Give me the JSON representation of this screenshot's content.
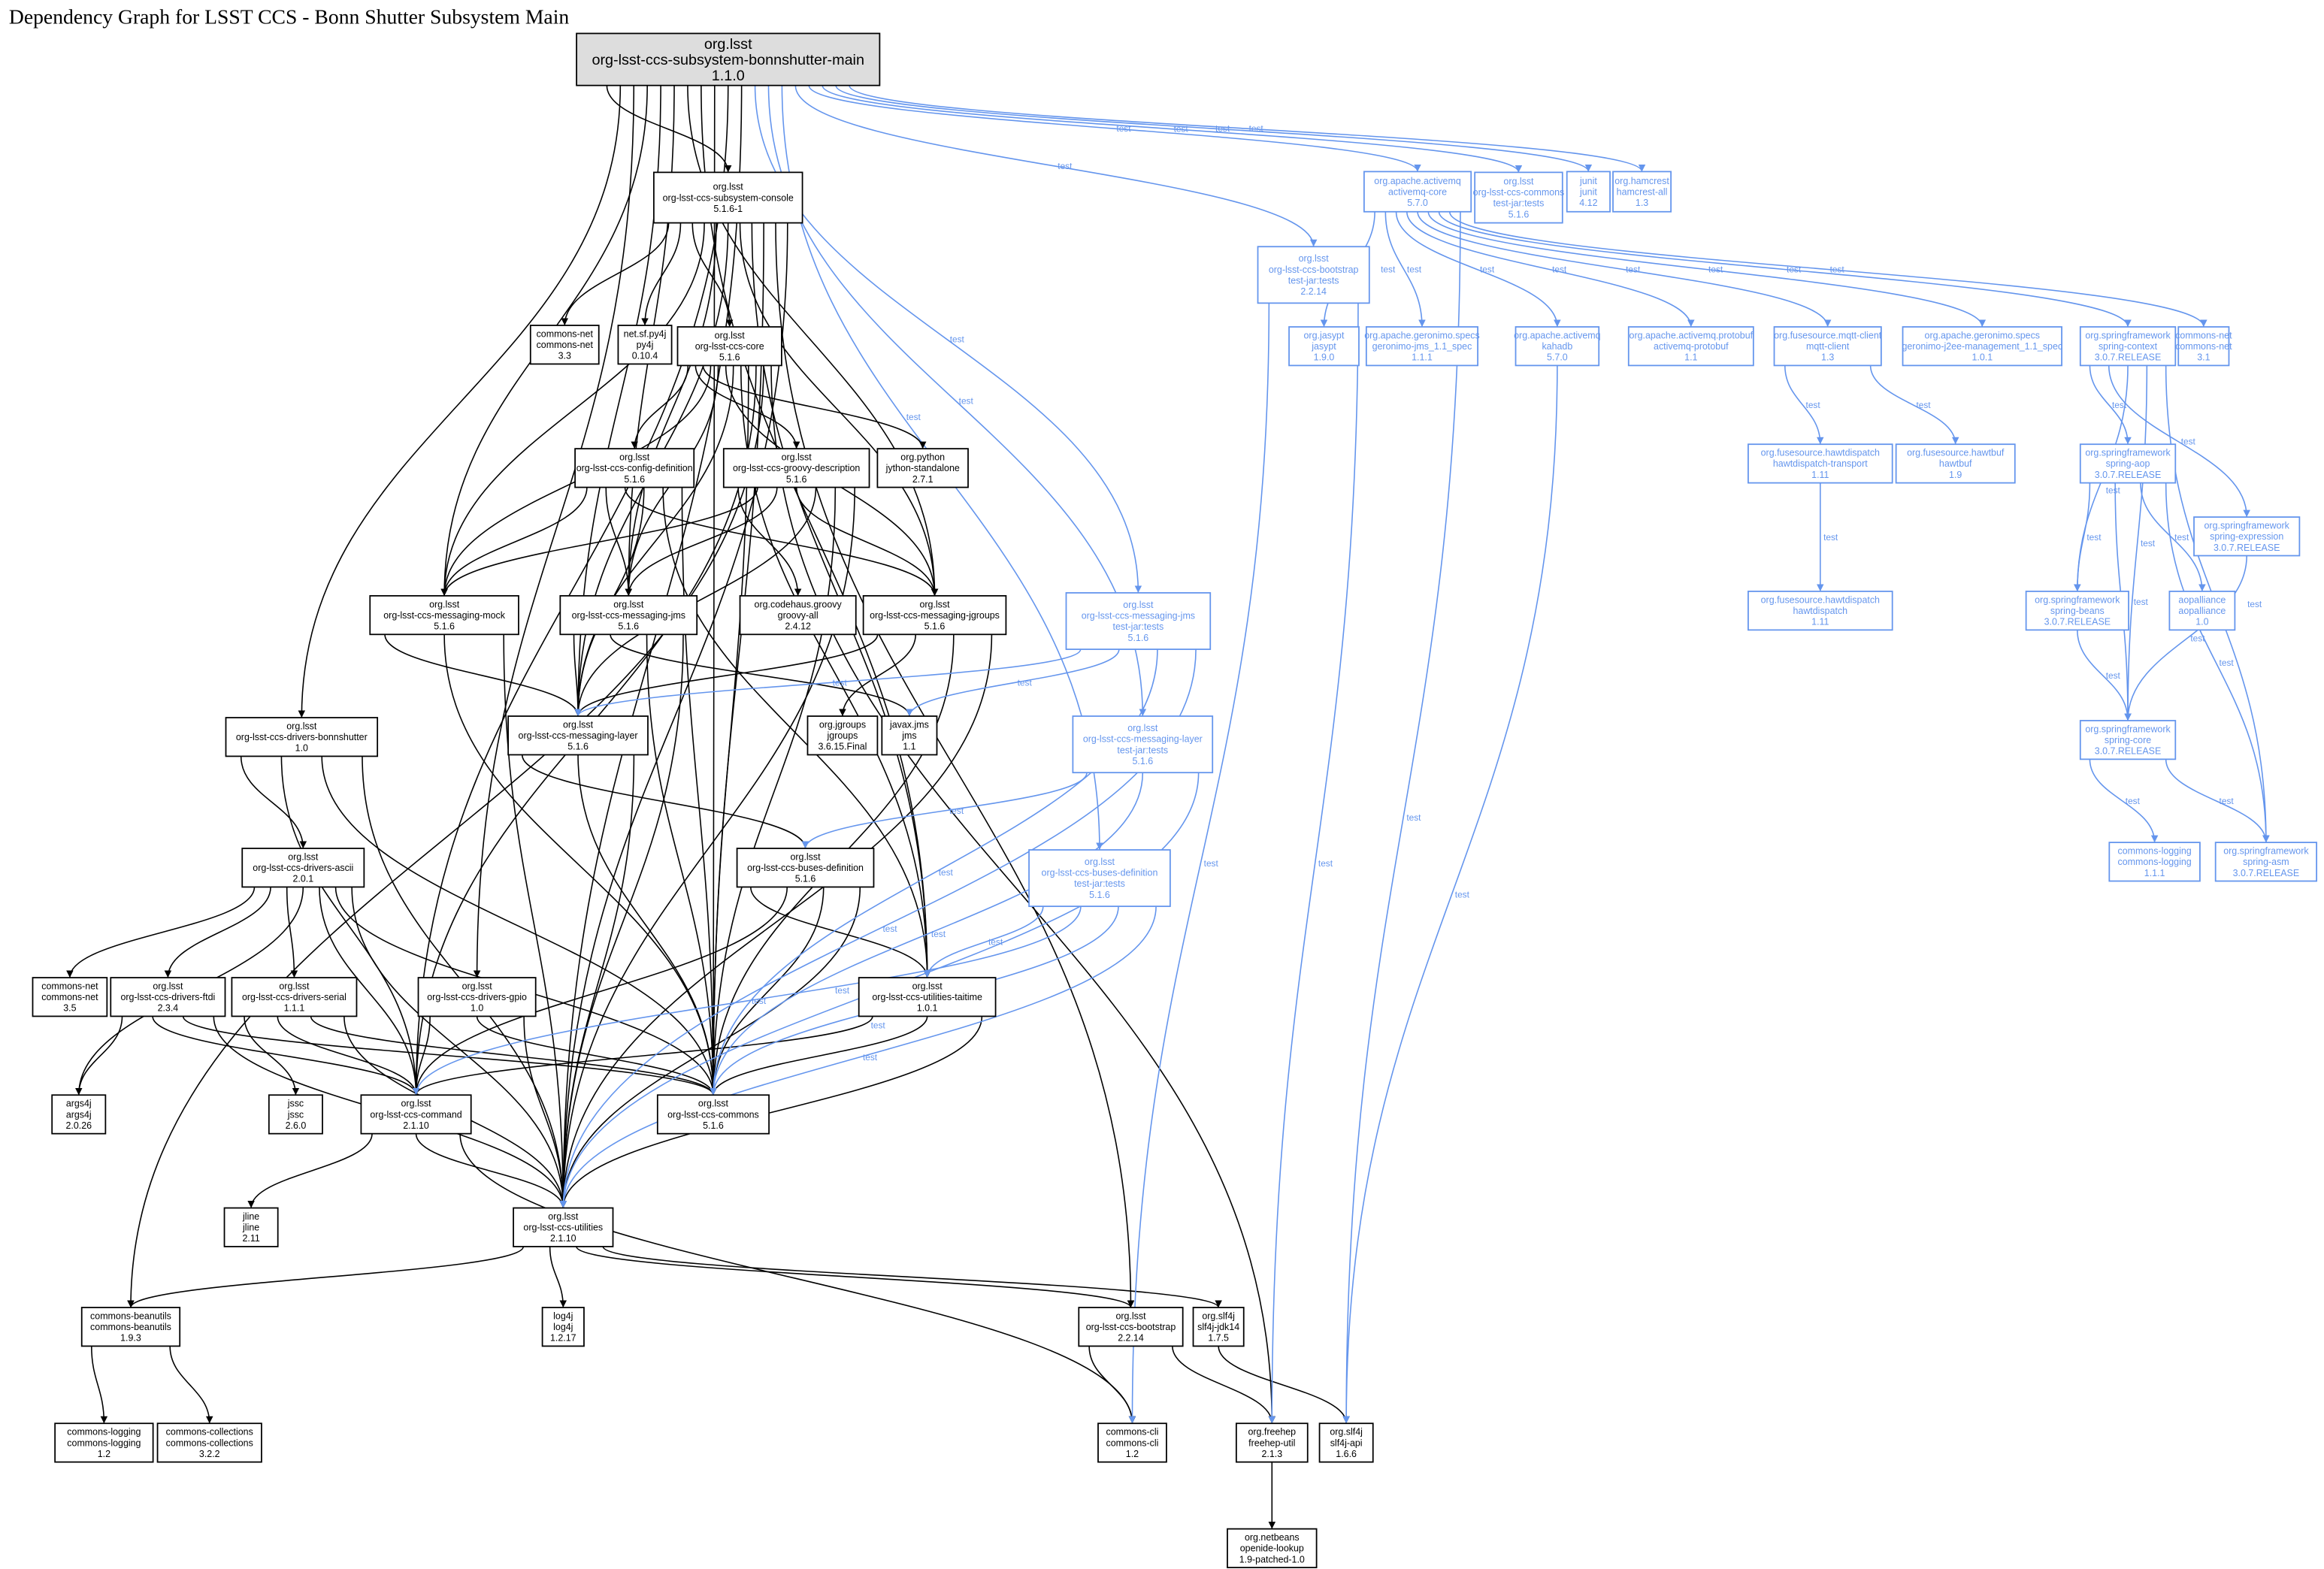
{
  "title": "Dependency Graph for LSST CCS - Bonn Shutter Subsystem Main",
  "edge_label": "test",
  "colors": {
    "compile": "#000000",
    "test": "#6495ED",
    "root_fill": "#dddddd"
  },
  "nodes": [
    {
      "id": "root",
      "lines": [
        "org.lsst",
        "org-lsst-ccs-subsystem-bonnshutter-main",
        "1.1.0"
      ]
    },
    {
      "id": "console",
      "lines": [
        "org.lsst",
        "org-lsst-ccs-subsystem-console",
        "5.1.6-1"
      ]
    },
    {
      "id": "cn33",
      "lines": [
        "commons-net",
        "commons-net",
        "3.3"
      ]
    },
    {
      "id": "py4j",
      "lines": [
        "net.sf.py4j",
        "py4j",
        "0.10.4"
      ]
    },
    {
      "id": "core",
      "lines": [
        "org.lsst",
        "org-lsst-ccs-core",
        "5.1.6"
      ]
    },
    {
      "id": "cfgdef",
      "lines": [
        "org.lsst",
        "org-lsst-ccs-config-definition",
        "5.1.6"
      ]
    },
    {
      "id": "groovy",
      "lines": [
        "org.lsst",
        "org-lsst-ccs-groovy-description",
        "5.1.6"
      ]
    },
    {
      "id": "jython",
      "lines": [
        "org.python",
        "jython-standalone",
        "2.7.1"
      ]
    },
    {
      "id": "mock",
      "lines": [
        "org.lsst",
        "org-lsst-ccs-messaging-mock",
        "5.1.6"
      ]
    },
    {
      "id": "jms",
      "lines": [
        "org.lsst",
        "org-lsst-ccs-messaging-jms",
        "5.1.6"
      ]
    },
    {
      "id": "groovyall",
      "lines": [
        "org.codehaus.groovy",
        "groovy-all",
        "2.4.12"
      ]
    },
    {
      "id": "jgroups",
      "lines": [
        "org.lsst",
        "org-lsst-ccs-messaging-jgroups",
        "5.1.6"
      ]
    },
    {
      "id": "jmstest",
      "test": true,
      "lines": [
        "org.lsst",
        "org-lsst-ccs-messaging-jms",
        "test-jar:tests",
        "5.1.6"
      ]
    },
    {
      "id": "layer",
      "lines": [
        "org.lsst",
        "org-lsst-ccs-messaging-layer",
        "5.1.6"
      ]
    },
    {
      "id": "jgrouplib",
      "lines": [
        "org.jgroups",
        "jgroups",
        "3.6.15.Final"
      ]
    },
    {
      "id": "javaxjms",
      "lines": [
        "javax.jms",
        "jms",
        "1.1"
      ]
    },
    {
      "id": "layertest",
      "test": true,
      "lines": [
        "org.lsst",
        "org-lsst-ccs-messaging-layer",
        "test-jar:tests",
        "5.1.6"
      ]
    },
    {
      "id": "bonndrv",
      "lines": [
        "org.lsst",
        "org-lsst-ccs-drivers-bonnshutter",
        "1.0"
      ]
    },
    {
      "id": "ascii",
      "lines": [
        "org.lsst",
        "org-lsst-ccs-drivers-ascii",
        "2.0.1"
      ]
    },
    {
      "id": "buses",
      "lines": [
        "org.lsst",
        "org-lsst-ccs-buses-definition",
        "5.1.6"
      ]
    },
    {
      "id": "busestest",
      "test": true,
      "lines": [
        "org.lsst",
        "org-lsst-ccs-buses-definition",
        "test-jar:tests",
        "5.1.6"
      ]
    },
    {
      "id": "cn35",
      "lines": [
        "commons-net",
        "commons-net",
        "3.5"
      ]
    },
    {
      "id": "ftdi",
      "lines": [
        "org.lsst",
        "org-lsst-ccs-drivers-ftdi",
        "2.3.4"
      ]
    },
    {
      "id": "serial",
      "lines": [
        "org.lsst",
        "org-lsst-ccs-drivers-serial",
        "1.1.1"
      ]
    },
    {
      "id": "gpio",
      "lines": [
        "org.lsst",
        "org-lsst-ccs-drivers-gpio",
        "1.0"
      ]
    },
    {
      "id": "taitime",
      "lines": [
        "org.lsst",
        "org-lsst-ccs-utilities-taitime",
        "1.0.1"
      ]
    },
    {
      "id": "args4j",
      "lines": [
        "args4j",
        "args4j",
        "2.0.26"
      ]
    },
    {
      "id": "jssc",
      "lines": [
        "jssc",
        "jssc",
        "2.6.0"
      ]
    },
    {
      "id": "command",
      "lines": [
        "org.lsst",
        "org-lsst-ccs-command",
        "2.1.10"
      ]
    },
    {
      "id": "commons",
      "lines": [
        "org.lsst",
        "org-lsst-ccs-commons",
        "5.1.6"
      ]
    },
    {
      "id": "jline",
      "lines": [
        "jline",
        "jline",
        "2.11"
      ]
    },
    {
      "id": "util",
      "lines": [
        "org.lsst",
        "org-lsst-ccs-utilities",
        "2.1.10"
      ]
    },
    {
      "id": "beanutils",
      "lines": [
        "commons-beanutils",
        "commons-beanutils",
        "1.9.3"
      ]
    },
    {
      "id": "log4j",
      "lines": [
        "log4j",
        "log4j",
        "1.2.17"
      ]
    },
    {
      "id": "bootstrap",
      "lines": [
        "org.lsst",
        "org-lsst-ccs-bootstrap",
        "2.2.14"
      ]
    },
    {
      "id": "slfjdk",
      "lines": [
        "org.slf4j",
        "slf4j-jdk14",
        "1.7.5"
      ]
    },
    {
      "id": "clog12",
      "lines": [
        "commons-logging",
        "commons-logging",
        "1.2"
      ]
    },
    {
      "id": "ccoll",
      "lines": [
        "commons-collections",
        "commons-collections",
        "3.2.2"
      ]
    },
    {
      "id": "cli",
      "lines": [
        "commons-cli",
        "commons-cli",
        "1.2"
      ]
    },
    {
      "id": "freehep",
      "lines": [
        "org.freehep",
        "freehep-util",
        "2.1.3"
      ]
    },
    {
      "id": "slfapi",
      "lines": [
        "org.slf4j",
        "slf4j-api",
        "1.6.6"
      ]
    },
    {
      "id": "openide",
      "lines": [
        "org.netbeans",
        "openide-lookup",
        "1.9-patched-1.0"
      ]
    },
    {
      "id": "boottest",
      "test": true,
      "lines": [
        "org.lsst",
        "org-lsst-ccs-bootstrap",
        "test-jar:tests",
        "2.2.14"
      ]
    },
    {
      "id": "amqcore",
      "test": true,
      "lines": [
        "org.apache.activemq",
        "activemq-core",
        "5.7.0"
      ]
    },
    {
      "id": "commontest",
      "test": true,
      "lines": [
        "org.lsst",
        "org-lsst-ccs-commons",
        "test-jar:tests",
        "5.1.6"
      ]
    },
    {
      "id": "junit",
      "test": true,
      "lines": [
        "junit",
        "junit",
        "4.12"
      ]
    },
    {
      "id": "hamcrest",
      "test": true,
      "lines": [
        "org.hamcrest",
        "hamcrest-all",
        "1.3"
      ]
    },
    {
      "id": "jasypt",
      "test": true,
      "lines": [
        "org.jasypt",
        "jasypt",
        "1.9.0"
      ]
    },
    {
      "id": "gerjms",
      "test": true,
      "lines": [
        "org.apache.geronimo.specs",
        "geronimo-jms_1.1_spec",
        "1.1.1"
      ]
    },
    {
      "id": "kahadb",
      "test": true,
      "lines": [
        "org.apache.activemq",
        "kahadb",
        "5.7.0"
      ]
    },
    {
      "id": "protobuf",
      "test": true,
      "lines": [
        "org.apache.activemq.protobuf",
        "activemq-protobuf",
        "1.1"
      ]
    },
    {
      "id": "mqtt",
      "test": true,
      "lines": [
        "org.fusesource.mqtt-client",
        "mqtt-client",
        "1.3"
      ]
    },
    {
      "id": "j2ee",
      "test": true,
      "lines": [
        "org.apache.geronimo.specs",
        "geronimo-j2ee-management_1.1_spec",
        "1.0.1"
      ]
    },
    {
      "id": "sctx",
      "test": true,
      "lines": [
        "org.springframework",
        "spring-context",
        "3.0.7.RELEASE"
      ]
    },
    {
      "id": "cn31",
      "test": true,
      "lines": [
        "commons-net",
        "commons-net",
        "3.1"
      ]
    },
    {
      "id": "hdtrans",
      "test": true,
      "lines": [
        "org.fusesource.hawtdispatch",
        "hawtdispatch-transport",
        "1.11"
      ]
    },
    {
      "id": "hawtbuf",
      "test": true,
      "lines": [
        "org.fusesource.hawtbuf",
        "hawtbuf",
        "1.9"
      ]
    },
    {
      "id": "saop",
      "test": true,
      "lines": [
        "org.springframework",
        "spring-aop",
        "3.0.7.RELEASE"
      ]
    },
    {
      "id": "sexpr",
      "test": true,
      "lines": [
        "org.springframework",
        "spring-expression",
        "3.0.7.RELEASE"
      ]
    },
    {
      "id": "hd",
      "test": true,
      "lines": [
        "org.fusesource.hawtdispatch",
        "hawtdispatch",
        "1.11"
      ]
    },
    {
      "id": "sbeans",
      "test": true,
      "lines": [
        "org.springframework",
        "spring-beans",
        "3.0.7.RELEASE"
      ]
    },
    {
      "id": "aopall",
      "test": true,
      "lines": [
        "aopalliance",
        "aopalliance",
        "1.0"
      ]
    },
    {
      "id": "score",
      "test": true,
      "lines": [
        "org.springframework",
        "spring-core",
        "3.0.7.RELEASE"
      ]
    },
    {
      "id": "clog111",
      "test": true,
      "lines": [
        "commons-logging",
        "commons-logging",
        "1.1.1"
      ]
    },
    {
      "id": "sasm",
      "test": true,
      "lines": [
        "org.springframework",
        "spring-asm",
        "3.0.7.RELEASE"
      ]
    }
  ],
  "edges": [
    [
      "root",
      "console",
      "compile"
    ],
    [
      "root",
      "bonndrv",
      "compile"
    ],
    [
      "root",
      "gpio",
      "compile"
    ],
    [
      "root",
      "mock",
      "compile"
    ],
    [
      "root",
      "layer",
      "compile"
    ],
    [
      "root",
      "jms",
      "compile"
    ],
    [
      "root",
      "jgroups",
      "compile"
    ],
    [
      "root",
      "taitime",
      "compile"
    ],
    [
      "root",
      "commons",
      "compile"
    ],
    [
      "root",
      "command",
      "compile"
    ],
    [
      "root",
      "util",
      "compile"
    ],
    [
      "root",
      "jmstest",
      "test"
    ],
    [
      "root",
      "layertest",
      "test"
    ],
    [
      "root",
      "busestest",
      "test"
    ],
    [
      "root",
      "boottest",
      "test"
    ],
    [
      "root",
      "amqcore",
      "test"
    ],
    [
      "root",
      "commontest",
      "test"
    ],
    [
      "root",
      "junit",
      "test"
    ],
    [
      "root",
      "hamcrest",
      "test"
    ],
    [
      "console",
      "cn33",
      "compile"
    ],
    [
      "console",
      "py4j",
      "compile"
    ],
    [
      "console",
      "core",
      "compile"
    ],
    [
      "console",
      "mock",
      "compile"
    ],
    [
      "console",
      "jms",
      "compile"
    ],
    [
      "console",
      "layer",
      "compile"
    ],
    [
      "console",
      "jgroups",
      "compile"
    ],
    [
      "console",
      "taitime",
      "compile"
    ],
    [
      "console",
      "commons",
      "compile"
    ],
    [
      "console",
      "bootstrap",
      "compile"
    ],
    [
      "console",
      "util",
      "compile"
    ],
    [
      "core",
      "cfgdef",
      "compile"
    ],
    [
      "core",
      "groovy",
      "compile"
    ],
    [
      "core",
      "jython",
      "compile"
    ],
    [
      "core",
      "mock",
      "compile"
    ],
    [
      "core",
      "jms",
      "compile"
    ],
    [
      "core",
      "jgroups",
      "compile"
    ],
    [
      "core",
      "layer",
      "compile"
    ],
    [
      "core",
      "taitime",
      "compile"
    ],
    [
      "core",
      "commons",
      "compile"
    ],
    [
      "core",
      "command",
      "compile"
    ],
    [
      "core",
      "beanutils",
      "compile"
    ],
    [
      "core",
      "freehep",
      "compile"
    ],
    [
      "cfgdef",
      "mock",
      "compile"
    ],
    [
      "cfgdef",
      "jms",
      "compile"
    ],
    [
      "cfgdef",
      "jgroups",
      "compile"
    ],
    [
      "cfgdef",
      "layer",
      "compile"
    ],
    [
      "cfgdef",
      "taitime",
      "compile"
    ],
    [
      "cfgdef",
      "commons",
      "compile"
    ],
    [
      "groovy",
      "groovyall",
      "compile"
    ],
    [
      "groovy",
      "mock",
      "compile"
    ],
    [
      "groovy",
      "jms",
      "compile"
    ],
    [
      "groovy",
      "jgroups",
      "compile"
    ],
    [
      "groovy",
      "layer",
      "compile"
    ],
    [
      "groovy",
      "commons",
      "compile"
    ],
    [
      "groovy",
      "util",
      "compile"
    ],
    [
      "mock",
      "layer",
      "compile"
    ],
    [
      "mock",
      "commons",
      "compile"
    ],
    [
      "mock",
      "util",
      "compile"
    ],
    [
      "jms",
      "layer",
      "compile"
    ],
    [
      "jms",
      "javaxjms",
      "compile"
    ],
    [
      "jms",
      "commons",
      "compile"
    ],
    [
      "jms",
      "util",
      "compile"
    ],
    [
      "jgroups",
      "layer",
      "compile"
    ],
    [
      "jgroups",
      "jgrouplib",
      "compile"
    ],
    [
      "jgroups",
      "commons",
      "compile"
    ],
    [
      "jgroups",
      "util",
      "compile"
    ],
    [
      "layer",
      "buses",
      "compile"
    ],
    [
      "layer",
      "commons",
      "compile"
    ],
    [
      "layer",
      "util",
      "compile"
    ],
    [
      "bonndrv",
      "ascii",
      "compile"
    ],
    [
      "bonndrv",
      "command",
      "compile"
    ],
    [
      "bonndrv",
      "commons",
      "compile"
    ],
    [
      "bonndrv",
      "util",
      "compile"
    ],
    [
      "ascii",
      "cn35",
      "compile"
    ],
    [
      "ascii",
      "ftdi",
      "compile"
    ],
    [
      "ascii",
      "serial",
      "compile"
    ],
    [
      "ascii",
      "args4j",
      "compile"
    ],
    [
      "ascii",
      "command",
      "compile"
    ],
    [
      "ascii",
      "commons",
      "compile"
    ],
    [
      "ascii",
      "util",
      "compile"
    ],
    [
      "ftdi",
      "args4j",
      "compile"
    ],
    [
      "ftdi",
      "command",
      "compile"
    ],
    [
      "ftdi",
      "commons",
      "compile"
    ],
    [
      "ftdi",
      "util",
      "compile"
    ],
    [
      "serial",
      "jssc",
      "compile"
    ],
    [
      "serial",
      "command",
      "compile"
    ],
    [
      "serial",
      "commons",
      "compile"
    ],
    [
      "serial",
      "util",
      "compile"
    ],
    [
      "gpio",
      "command",
      "compile"
    ],
    [
      "gpio",
      "commons",
      "compile"
    ],
    [
      "gpio",
      "util",
      "compile"
    ],
    [
      "buses",
      "taitime",
      "compile"
    ],
    [
      "buses",
      "command",
      "compile"
    ],
    [
      "buses",
      "commons",
      "compile"
    ],
    [
      "buses",
      "util",
      "compile"
    ],
    [
      "taitime",
      "command",
      "compile"
    ],
    [
      "taitime",
      "commons",
      "compile"
    ],
    [
      "taitime",
      "util",
      "compile"
    ],
    [
      "command",
      "jline",
      "compile"
    ],
    [
      "command",
      "util",
      "compile"
    ],
    [
      "command",
      "cli",
      "compile"
    ],
    [
      "util",
      "beanutils",
      "compile"
    ],
    [
      "util",
      "log4j",
      "compile"
    ],
    [
      "util",
      "bootstrap",
      "compile"
    ],
    [
      "util",
      "slfjdk",
      "compile"
    ],
    [
      "beanutils",
      "clog12",
      "compile"
    ],
    [
      "beanutils",
      "ccoll",
      "compile"
    ],
    [
      "bootstrap",
      "cli",
      "compile"
    ],
    [
      "bootstrap",
      "freehep",
      "compile"
    ],
    [
      "slfjdk",
      "slfapi",
      "compile"
    ],
    [
      "freehep",
      "openide",
      "compile"
    ],
    [
      "jmstest",
      "layer",
      "test"
    ],
    [
      "jmstest",
      "javaxjms",
      "test"
    ],
    [
      "jmstest",
      "commons",
      "test"
    ],
    [
      "jmstest",
      "util",
      "test"
    ],
    [
      "layertest",
      "buses",
      "test"
    ],
    [
      "layertest",
      "commons",
      "test"
    ],
    [
      "layertest",
      "util",
      "test"
    ],
    [
      "busestest",
      "taitime",
      "test"
    ],
    [
      "busestest",
      "command",
      "test"
    ],
    [
      "busestest",
      "commons",
      "test"
    ],
    [
      "busestest",
      "util",
      "test"
    ],
    [
      "boottest",
      "cli",
      "test"
    ],
    [
      "boottest",
      "freehep",
      "test"
    ],
    [
      "amqcore",
      "jasypt",
      "test"
    ],
    [
      "amqcore",
      "gerjms",
      "test"
    ],
    [
      "amqcore",
      "kahadb",
      "test"
    ],
    [
      "amqcore",
      "protobuf",
      "test"
    ],
    [
      "amqcore",
      "mqtt",
      "test"
    ],
    [
      "amqcore",
      "j2ee",
      "test"
    ],
    [
      "amqcore",
      "sctx",
      "test"
    ],
    [
      "amqcore",
      "cn31",
      "test"
    ],
    [
      "amqcore",
      "slfapi",
      "test"
    ],
    [
      "kahadb",
      "slfapi",
      "test"
    ],
    [
      "mqtt",
      "hdtrans",
      "test"
    ],
    [
      "mqtt",
      "hawtbuf",
      "test"
    ],
    [
      "hdtrans",
      "hd",
      "test"
    ],
    [
      "sctx",
      "saop",
      "test"
    ],
    [
      "sctx",
      "sexpr",
      "test"
    ],
    [
      "sctx",
      "sbeans",
      "test"
    ],
    [
      "sctx",
      "score",
      "test"
    ],
    [
      "sctx",
      "sasm",
      "test"
    ],
    [
      "saop",
      "sbeans",
      "test"
    ],
    [
      "saop",
      "score",
      "test"
    ],
    [
      "saop",
      "aopall",
      "test"
    ],
    [
      "saop",
      "sasm",
      "test"
    ],
    [
      "sexpr",
      "score",
      "test"
    ],
    [
      "sbeans",
      "score",
      "test"
    ],
    [
      "score",
      "clog111",
      "test"
    ],
    [
      "score",
      "sasm",
      "test"
    ]
  ]
}
